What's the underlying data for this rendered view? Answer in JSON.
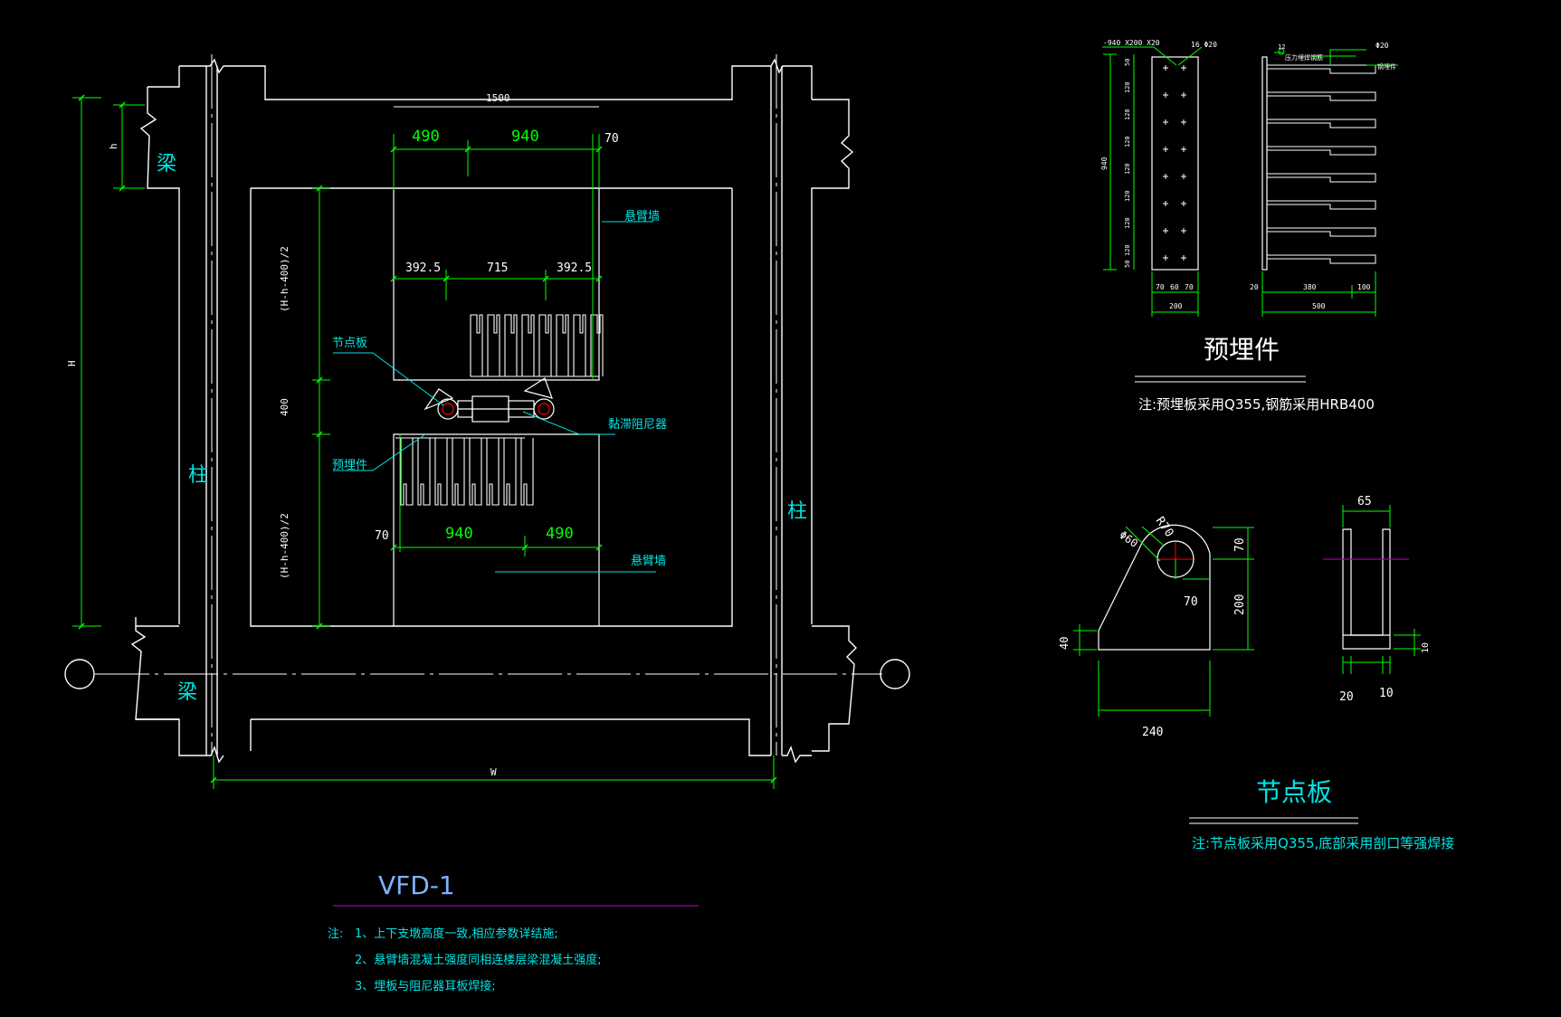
{
  "colors": {
    "background": "#000000",
    "structure": "#ffffff",
    "dimension": "#00ff00",
    "label": "#00e5e5",
    "title": "#7fb2ff",
    "underline_title": "#a000a0",
    "center_mark": "#ff0000"
  },
  "main_view": {
    "title": "VFD-1",
    "labels": {
      "beam_top": "梁",
      "beam_bottom": "梁",
      "column_left": "柱",
      "column_right": "柱",
      "gusset": "节点板",
      "embedded": "预埋件",
      "damper": "黏滞阻尼器",
      "cantilever_top": "悬臂墙",
      "cantilever_bottom": "悬臂墙"
    },
    "dims": {
      "top_total": "1500",
      "top_left": "490",
      "top_mid": "940",
      "top_right": "70",
      "mid_left": "392.5",
      "mid_center": "715",
      "mid_right": "392.5",
      "bottom_left": "70",
      "bottom_mid": "940",
      "bottom_right": "490",
      "height_total": "H",
      "beam_height": "h",
      "upper_part": "(H-h-400)/2",
      "middle_part": "400",
      "lower_part": "(H-h-400)/2",
      "width_total": "W"
    },
    "notes": {
      "prefix": "注:",
      "items": [
        "1、上下支墩高度一致,相应参数详结施;",
        "2、悬臂墙混凝土强度同相连楼层梁混凝土强度;",
        "3、埋板与阻尼器耳板焊接;"
      ]
    }
  },
  "embedded_part": {
    "title": "预埋件",
    "note": "注:预埋板采用Q355,钢筋采用HRB400",
    "labels": {
      "plate_spec": "-940  X200  X20",
      "bar_spec": "16  Φ20",
      "bar_spec_right": "Φ20",
      "bar_count": "12",
      "anchor_bar": "压力埋焊钢筋",
      "steel_plate": "钢埋件"
    },
    "dims": {
      "height_total": "940",
      "spacing": [
        "50",
        "120",
        "120",
        "120",
        "120",
        "120",
        "120",
        "120",
        "50"
      ],
      "front_bottom": [
        "70",
        "60",
        "70"
      ],
      "front_width": "200",
      "side_bottom": [
        "20",
        "380",
        "100"
      ],
      "side_width": "500"
    }
  },
  "gusset_plate": {
    "title": "节点板",
    "note": "注:节点板采用Q355,底部采用剖口等强焊接",
    "dims": {
      "radius": "R70",
      "hole": "Φ60",
      "top": "70",
      "height": "200",
      "center": "70",
      "base_thk": "40",
      "width": "240",
      "side_width": "65",
      "side_left": "20",
      "side_right": "10",
      "side_base": "10"
    }
  }
}
